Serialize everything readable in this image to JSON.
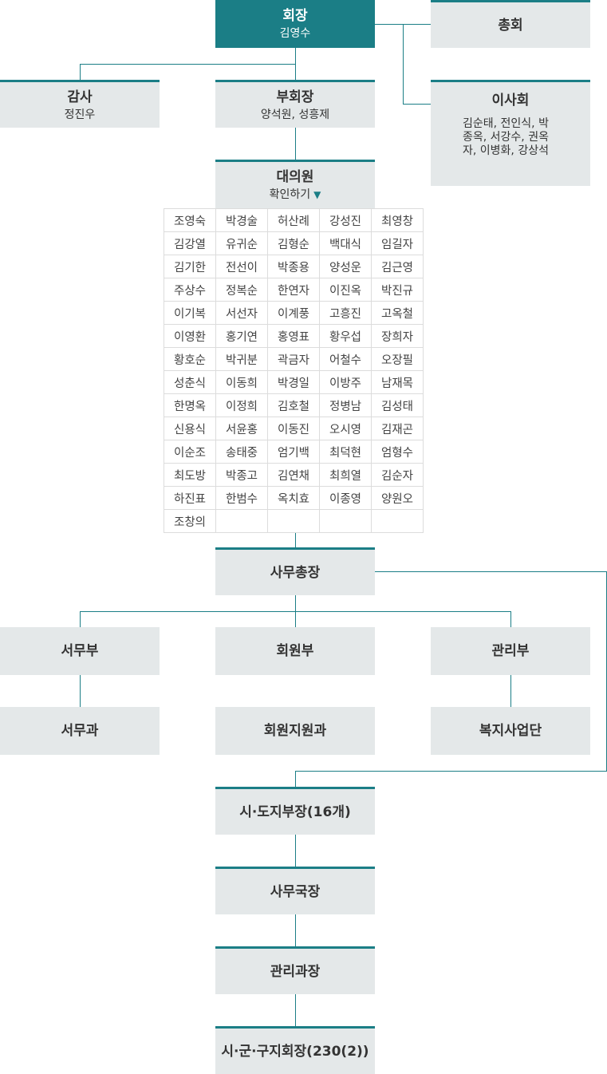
{
  "chairman": {
    "title": "회장",
    "name": "김영수"
  },
  "general_assembly": {
    "title": "총회"
  },
  "auditor": {
    "title": "감사",
    "name": "정진우"
  },
  "vice_chairman": {
    "title": "부회장",
    "names": "양석원, 성흥제"
  },
  "board": {
    "title": "이사회",
    "members": "김순태, 전인식, 박종옥, 서강수, 권옥자, 이병화, 강상석"
  },
  "delegates": {
    "title": "대의원",
    "toggle_label": "확인하기",
    "members": [
      [
        "조영숙",
        "박경술",
        "허산례",
        "강성진",
        "최영창"
      ],
      [
        "김강열",
        "유귀순",
        "김형순",
        "백대식",
        "임길자"
      ],
      [
        "김기한",
        "전선이",
        "박종용",
        "양성운",
        "김근영"
      ],
      [
        "주상수",
        "정복순",
        "한연자",
        "이진옥",
        "박진규"
      ],
      [
        "이기복",
        "서선자",
        "이계풍",
        "고흥진",
        "고옥철"
      ],
      [
        "이영환",
        "홍기연",
        "홍영표",
        "황우섭",
        "장희자"
      ],
      [
        "황호순",
        "박귀분",
        "곽금자",
        "어철수",
        "오장필"
      ],
      [
        "성춘식",
        "이동희",
        "박경일",
        "이방주",
        "남재목"
      ],
      [
        "한명옥",
        "이정희",
        "김호철",
        "정병남",
        "김성태"
      ],
      [
        "신용식",
        "서윤홍",
        "이동진",
        "오시영",
        "김재곤"
      ],
      [
        "이순조",
        "송태중",
        "엄기백",
        "최덕현",
        "엄형수"
      ],
      [
        "최도방",
        "박종고",
        "김연채",
        "최희열",
        "김순자"
      ],
      [
        "하진표",
        "한범수",
        "옥치효",
        "이종영",
        "양원오"
      ],
      [
        "조창의",
        "",
        "",
        "",
        ""
      ]
    ]
  },
  "secretary_general": {
    "title": "사무총장"
  },
  "departments": {
    "general_affairs": "서무부",
    "membership": "회원부",
    "management": "관리부"
  },
  "divisions": {
    "general_affairs": "서무과",
    "member_support": "회원지원과",
    "welfare": "복지사업단"
  },
  "provincial_chapters": {
    "title": "시·도지부장(16개)"
  },
  "secretary_director": {
    "title": "사무국장"
  },
  "management_manager": {
    "title": "관리과장"
  },
  "local_branches": {
    "title": "시·군·구지회장(230(2))"
  }
}
